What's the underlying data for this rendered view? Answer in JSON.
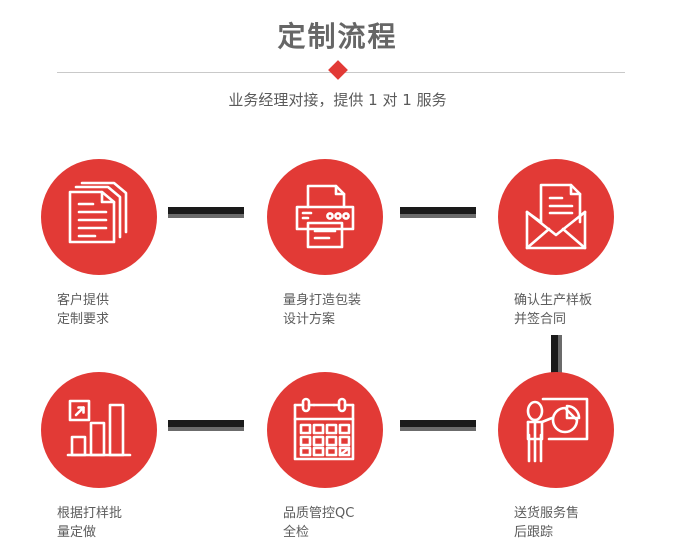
{
  "header": {
    "title": "定制流程",
    "subtitle": "业务经理对接，提供 1 对 1 服务",
    "accent_color": "#e23a36",
    "divider_color": "#c9c9c9",
    "title_color": "#666666",
    "diamond_icon": "diamond-icon"
  },
  "flow": {
    "circle_color": "#e23a36",
    "connector_color": "#1a1a1a",
    "connector_shadow_color": "#6b6b6b",
    "label_color": "#5c5c5c",
    "steps": [
      {
        "index": "1",
        "icon": "documents-stack-icon",
        "label": "客户提供\n定制要求"
      },
      {
        "index": "2",
        "icon": "printer-icon",
        "label": "量身打造包装\n设计方案"
      },
      {
        "index": "3",
        "icon": "envelope-document-icon",
        "label": "确认生产样板\n并签合同"
      },
      {
        "index": "4",
        "icon": "bar-chart-growth-icon",
        "label": "根据打样批\n量定做"
      },
      {
        "index": "5",
        "icon": "calendar-check-icon",
        "label": "品质管控QC\n全检"
      },
      {
        "index": "6",
        "icon": "presenter-piechart-icon",
        "label": "送货服务售\n后跟踪"
      }
    ],
    "connectors": [
      {
        "id": "connector-1-2",
        "orientation": "horizontal"
      },
      {
        "id": "connector-2-3",
        "orientation": "horizontal"
      },
      {
        "id": "connector-3-6",
        "orientation": "vertical"
      },
      {
        "id": "connector-4-5",
        "orientation": "horizontal"
      },
      {
        "id": "connector-5-6",
        "orientation": "horizontal"
      }
    ]
  }
}
